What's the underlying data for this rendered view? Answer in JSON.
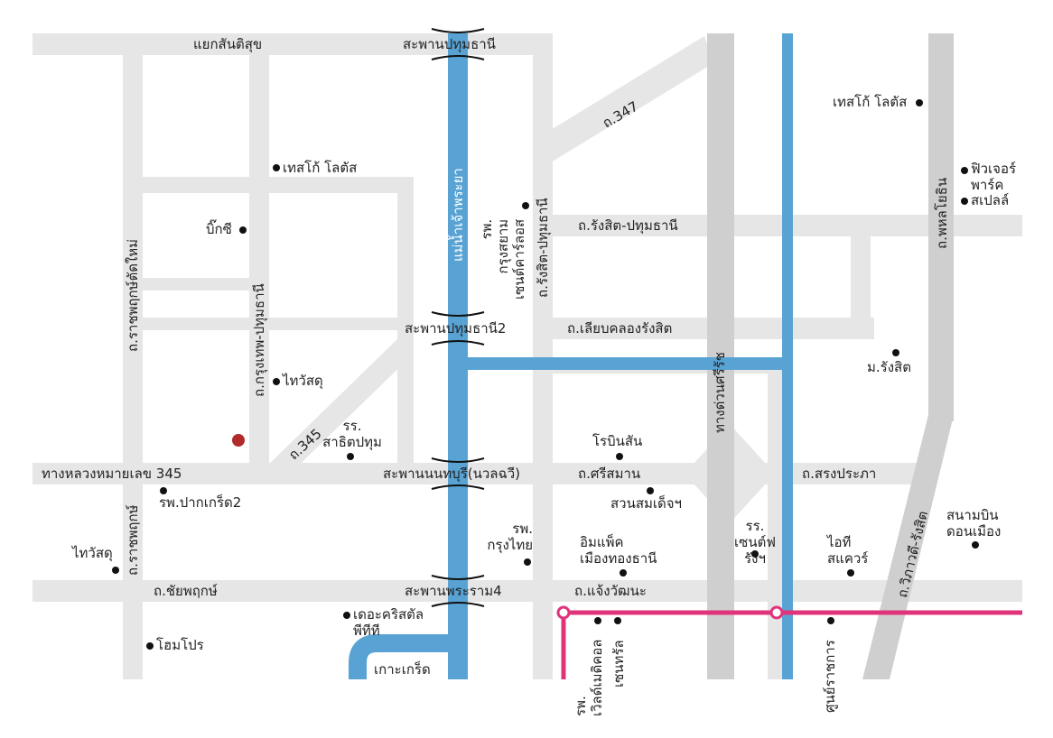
{
  "colors": {
    "road": "#e6e6e6",
    "expressway": "#cfcfcf",
    "river": "#58a3d4",
    "rail": "#e0347a",
    "pin": "#b22a2a",
    "text": "#222222"
  },
  "roads": {
    "sanitsuk": "แยกสันติสุข",
    "hw345": "ทางหลวงหมายเลข 345",
    "chaiyaphruek": "ถ.ชัยพฤกษ์",
    "rangsit_pathum": "ถ.รังสิต-ปทุมธานี",
    "liab_khlong": "ถ.เลียบคลองรังสิต",
    "sri_saman": "ถ.ศรีสมาน",
    "songprapa": "ถ.สรงประภา",
    "chaengwattana": "ถ.แจ้งวัฒนะ",
    "r347": "ถ.347",
    "r345": "ถ.345",
    "ratchaphruek_tatmai": "ถ.ราชพฤกษ์ตัดใหม่",
    "ratchaphruek": "ถ.ราชพฤกษ์",
    "krungthep_pathum_w": "ถ.กรุงเทพ-ปทุมธานี",
    "rangsit_pathum_v": "ถ.รังสิต-ปทุมธานี",
    "expressway": "ทางด่วนศรีรัช",
    "phahonyothin": "ถ.พหลโยธิน",
    "vibhavadi": "ถ.วิภาวดี-รังสิต"
  },
  "river_label": "แม่น้ำเจ้าพระยา",
  "island_label": "เกาะเกร็ด",
  "bridges": {
    "pathum": "สะพานปทุมธานี",
    "pathum2": "สะพานปทุมธานี2",
    "nonthaburi": "สะพานนนทบุรี(นวลฉวี)",
    "rama4": "สะพานพระราม4"
  },
  "places": {
    "tesco_w": "เทสโก้ โลตัส",
    "bigc": "บิ๊กซี",
    "thaiwatsadu_n": "ไทวัสดุ",
    "sarit_school": "รร.\nสาธิตปทุม",
    "pakkret2": "รพ.ปากเกร็ด2",
    "thaiwatsadu_w": "ไทวัสดุ",
    "homepro": "โฮมโปร",
    "crystal": "เดอะคริสตัล\nพีทีที",
    "hosp_krungsiam": "รพ.\nกรุงสยาม\nเซนต์คาร์ลอส",
    "robinson": "โรบินสัน",
    "suan_somdet": "สวนสมเด็จฯ",
    "hosp_krungthai": "รพ.\nกรุงไทย",
    "impact": "อิมแพ็ค\nเมืองทองธานี",
    "stfrancis": "รร.\nเซนต์ฟรังฯ",
    "itsquare": "ไอที\nสแควร์",
    "donmueang": "สนามบิน\nดอนเมือง",
    "tesco_e": "เทสโก้ โลตัส",
    "future_park": "ฟิวเจอร์\nพาร์ค",
    "spell": "สเปลล์",
    "rangsit_u": "ม.รังสิต",
    "world_medical": "รพ.\nเวิลด์เมดิคอล",
    "central": "เซนทรัล",
    "govt_center": "ศูนย์ราชการ"
  }
}
